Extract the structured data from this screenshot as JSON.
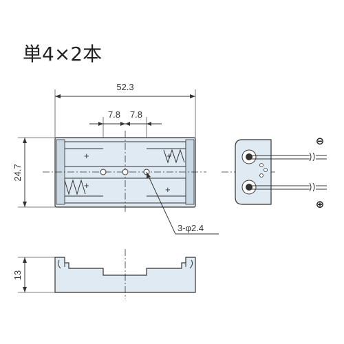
{
  "title": "単4×2本",
  "dimensions": {
    "overall_length": "52.3",
    "hole_pitch_left": "7.8",
    "hole_pitch_right": "7.8",
    "height": "24.7",
    "thickness": "13",
    "holes": "3-φ2.4"
  },
  "terminal_labels": {
    "negative": "⊖",
    "positive": "⊕"
  },
  "colors": {
    "body_fill": "#dfeaf2",
    "line": "#333333"
  }
}
